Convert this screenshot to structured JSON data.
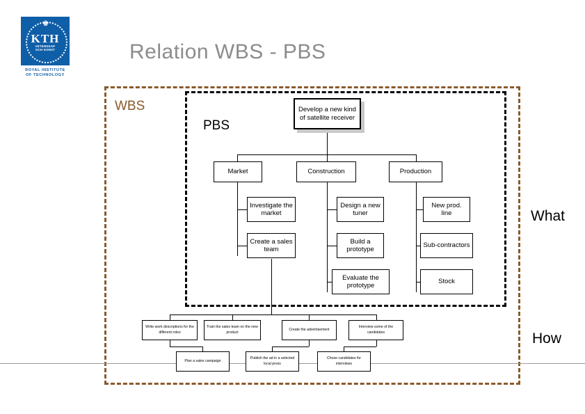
{
  "logo": {
    "name": "kth-logo",
    "abbr": "KTH",
    "motto_line1": "VETENSKAP",
    "motto_line2": "OCH KONST",
    "caption_line1": "ROYAL INSTITUTE",
    "caption_line2": "OF TECHNOLOGY",
    "brand_color": "#0f5ea8"
  },
  "header": {
    "title": "Relation WBS - PBS",
    "title_color": "#8c8c8c"
  },
  "frames": {
    "wbs": {
      "label": "WBS",
      "color": "#8a5a2b",
      "style": "dashed"
    },
    "pbs": {
      "label": "PBS",
      "color": "#000000",
      "style": "dashed"
    }
  },
  "side_labels": {
    "what": "What",
    "how": "How"
  },
  "chart_data": {
    "type": "diagram",
    "title": "Relation WBS - PBS",
    "nodes": [
      {
        "id": "root",
        "level": 0,
        "label": "Develop a new kind of satellite receiver"
      },
      {
        "id": "market",
        "level": 1,
        "label": "Market"
      },
      {
        "id": "constr",
        "level": 1,
        "label": "Construction"
      },
      {
        "id": "prod",
        "level": 1,
        "label": "Production"
      },
      {
        "id": "invest",
        "level": 2,
        "label": "Investigate the market"
      },
      {
        "id": "salesteam",
        "level": 2,
        "label": "Create a sales team"
      },
      {
        "id": "tuner",
        "level": 2,
        "label": "Design a new tuner"
      },
      {
        "id": "buildproto",
        "level": 2,
        "label": "Build a prototype"
      },
      {
        "id": "evalproto",
        "level": 2,
        "label": "Evaluate the prototype"
      },
      {
        "id": "prodline",
        "level": 2,
        "label": "New prod. line"
      },
      {
        "id": "subcon",
        "level": 2,
        "label": "Sub-contractors"
      },
      {
        "id": "stock",
        "level": 2,
        "label": "Stock"
      },
      {
        "id": "writedesc",
        "level": 3,
        "label": "Write work descriptions for the different roles"
      },
      {
        "id": "trainteam",
        "level": 3,
        "label": "Train the sales team on the new product"
      },
      {
        "id": "createad",
        "level": 3,
        "label": "Create the advertisement"
      },
      {
        "id": "interview",
        "level": 3,
        "label": "Interview some of the candidates"
      },
      {
        "id": "plancamp",
        "level": 4,
        "label": "Plan a sales campaign"
      },
      {
        "id": "publishad",
        "level": 4,
        "label": "Publish the ad in a selected local press"
      },
      {
        "id": "chosecand",
        "level": 4,
        "label": "Chose candidates for interviews"
      }
    ],
    "edges": [
      [
        "root",
        "market"
      ],
      [
        "root",
        "constr"
      ],
      [
        "root",
        "prod"
      ],
      [
        "market",
        "invest"
      ],
      [
        "market",
        "salesteam"
      ],
      [
        "constr",
        "tuner"
      ],
      [
        "constr",
        "buildproto"
      ],
      [
        "constr",
        "evalproto"
      ],
      [
        "prod",
        "prodline"
      ],
      [
        "prod",
        "subcon"
      ],
      [
        "prod",
        "stock"
      ],
      [
        "salesteam",
        "writedesc"
      ],
      [
        "salesteam",
        "trainteam"
      ],
      [
        "salesteam",
        "createad"
      ],
      [
        "salesteam",
        "interview"
      ],
      [
        "writedesc",
        "plancamp"
      ],
      [
        "createad",
        "publishad"
      ],
      [
        "interview",
        "chosecand"
      ]
    ]
  }
}
